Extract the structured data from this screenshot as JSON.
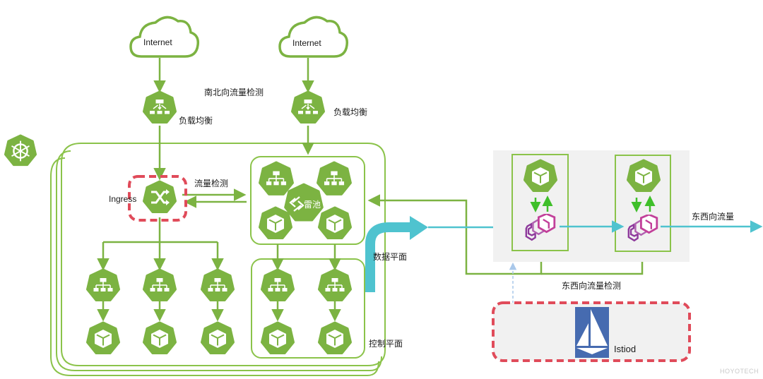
{
  "colors": {
    "k8s_green": "#7cb342",
    "line_green": "#8bc34a",
    "flow_cyan": "#4fc3cf",
    "dashed_red": "#e04b5a",
    "envoy_magenta": "#c2409a",
    "envoy_purple": "#8e3a9c",
    "istio_blue": "#466bb0",
    "arrow_bright_green": "#3fbf2a",
    "panel_gray": "#f1f1f1"
  },
  "diagram": {
    "internet_left": "Internet",
    "internet_right": "Internet",
    "lb_left_label": "负载均衡",
    "lb_right_label": "负载均衡",
    "north_south_label": "南北向流量检测",
    "ingress_label": "Ingress",
    "traffic_inspection_label": "流量检测",
    "safeline_label": "雷池",
    "data_plane_label": "数据平面",
    "control_plane_label": "控制平面",
    "east_west_traffic_label": "东西向流量",
    "east_west_inspection_label": "东西向流量检测",
    "istiod_label": "Istiod",
    "watermark": "HOYOTECH"
  },
  "icons": {
    "kubernetes": "kubernetes-helm-icon",
    "cloud": "cloud-icon",
    "load_balancer": "load-balancer-icon",
    "ingress": "shuffle-icon",
    "service": "service-network-icon",
    "pod": "pod-cube-icon",
    "envoy": "envoy-proxy-icon",
    "istio": "istio-sail-icon",
    "safeline": "safeline-logo-icon"
  }
}
